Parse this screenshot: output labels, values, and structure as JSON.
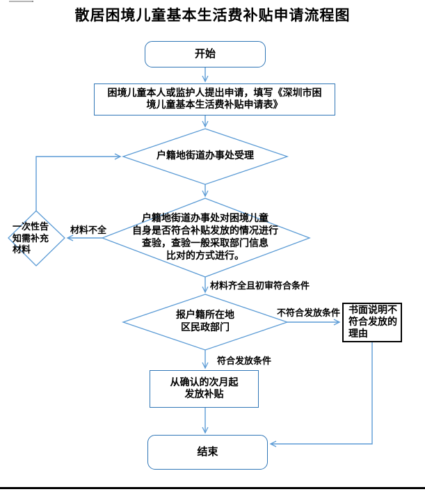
{
  "title": "散居困境儿童基本生活费补贴申请流程图",
  "flowchart": {
    "nodes": {
      "start": "开始",
      "apply": "困境儿童本人或监护人提出申请，填写《深圳市困\n境儿童基本生活费补贴申请表》",
      "accept": "户籍地街道办事处受理",
      "verify": "户籍地街道办事处对困境儿童\n自身是否符合补贴发放的情况进行\n查验，查验一般采取部门信息\n比对的方式进行。",
      "notify": "一次性告\n知需补充\n材料",
      "report": "报户籍所在地\n区民政部门",
      "written": "书面说明不\n符合发放的\n理由",
      "grant": "从确认的次月起\n发放补贴",
      "end": "结束"
    },
    "edge_labels": {
      "incomplete": "材料不全",
      "complete": "材料齐全且初审符合条件",
      "not_eligible": "不符合发放条件",
      "eligible": "符合发放条件"
    },
    "colors": {
      "line": "#5b9bd5",
      "box_border": "#2e75b6",
      "black": "#000000"
    }
  }
}
